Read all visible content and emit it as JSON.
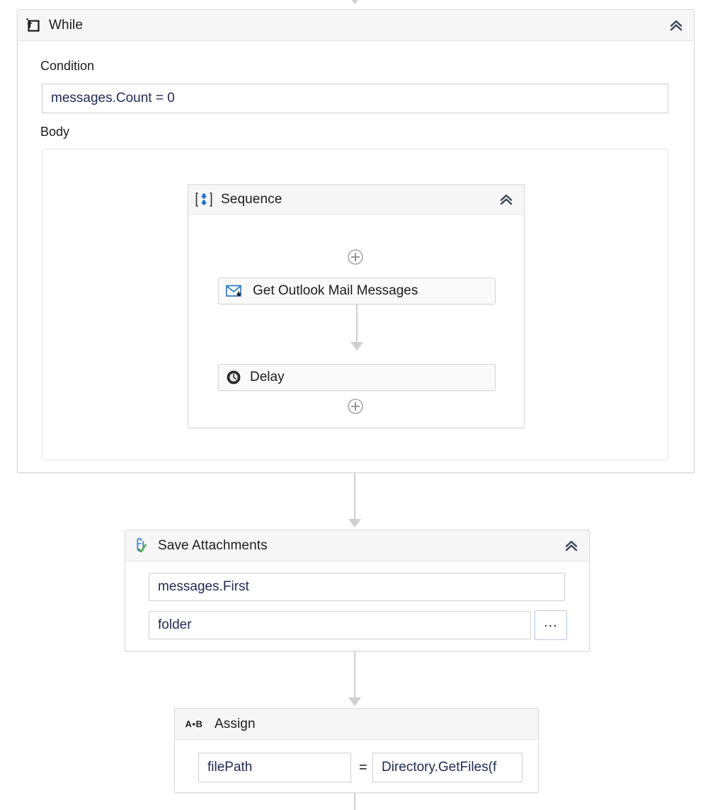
{
  "workflow": {
    "while": {
      "title": "While",
      "icon": "while-loop-icon",
      "collapse_icon": "chevron-double-up-icon",
      "condition_label": "Condition",
      "condition_value": "messages.Count = 0",
      "body_label": "Body",
      "sequence": {
        "title": "Sequence",
        "icon": "sequence-icon",
        "collapse_icon": "chevron-double-up-icon",
        "add_top_icon": "plus-circle-icon",
        "add_bottom_icon": "plus-circle-icon",
        "children": [
          {
            "label": "Get Outlook Mail Messages",
            "icon": "outlook-mail-icon"
          },
          {
            "label": "Delay",
            "icon": "clock-icon"
          }
        ]
      }
    },
    "save_attachments": {
      "title": "Save Attachments",
      "icon": "paperclip-check-icon",
      "collapse_icon": "chevron-double-up-icon",
      "message_value": "messages.First",
      "folder_value": "folder",
      "browse_label": "...",
      "browse_icon": "ellipsis-icon"
    },
    "assign": {
      "title": "Assign",
      "icon": "assign-ab-icon",
      "left_value": "filePath",
      "operator": "=",
      "right_value": "Directory.GetFiles(f"
    }
  },
  "colors": {
    "header_bg": "#f6f6f6",
    "border": "#d9d9d9",
    "expression_text": "#1f2a55",
    "connector": "#d0d0d0",
    "accent_blue": "#1f6fc4",
    "accent_green": "#43a03c"
  }
}
